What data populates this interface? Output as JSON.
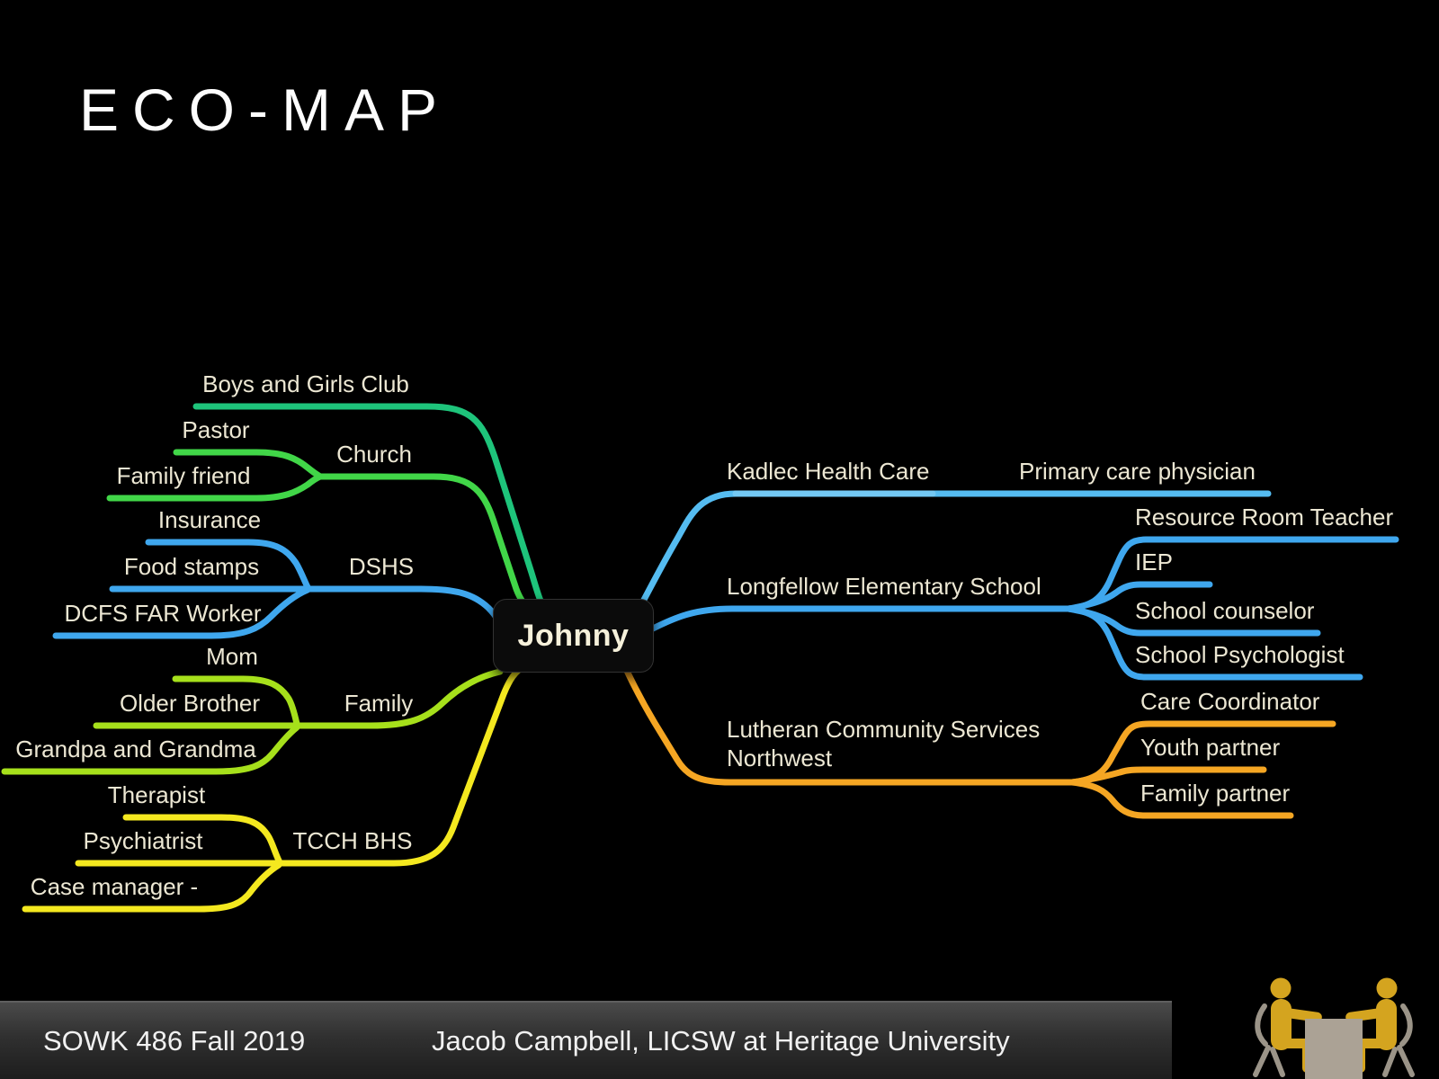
{
  "title": "ECO-MAP",
  "map": {
    "center": "Johnny",
    "left": {
      "boys_girls_club": "Boys and Girls Club",
      "pastor": "Pastor",
      "church": "Church",
      "family_friend": "Family friend",
      "insurance": "Insurance",
      "food_stamps": "Food stamps",
      "dshs": "DSHS",
      "dcfs": "DCFS FAR Worker",
      "mom": "Mom",
      "older_brother": "Older Brother",
      "family": "Family",
      "grandparents": "Grandpa and Grandma",
      "therapist": "Therapist",
      "psychiatrist": "Psychiatrist",
      "tcch": "TCCH BHS",
      "case_manager": "Case manager -"
    },
    "right": {
      "kadlec": "Kadlec Health Care",
      "pcp": "Primary care physician",
      "resource_room": "Resource Room Teacher",
      "iep": "IEP",
      "longfellow": "Longfellow Elementary School",
      "counselor": "School counselor",
      "school_psych": "School Psychologist",
      "care_coord": "Care Coordinator",
      "lutheran": "Lutheran Community Services Northwest",
      "youth_partner": "Youth partner",
      "family_partner": "Family partner"
    }
  },
  "colors": {
    "boys_girls_club": "#1ec47b",
    "church": "#41d648",
    "dshs": "#3fa7ee",
    "family": "#a6e01b",
    "tcch_bhs": "#f4e81f",
    "kadlec": "#55bcf1",
    "kadlec_highlight": "#74c9f4",
    "longfellow": "#3fa7ee",
    "lutheran": "#f5a623",
    "icon_person": "#d4a41f",
    "icon_furniture": "#9b9488",
    "icon_table": "#aba295"
  },
  "footer": {
    "course": "SOWK 486 Fall 2019",
    "credit": "Jacob Campbell, LICSW at Heritage University",
    "icon": "two-people-meeting-at-table-icon"
  }
}
